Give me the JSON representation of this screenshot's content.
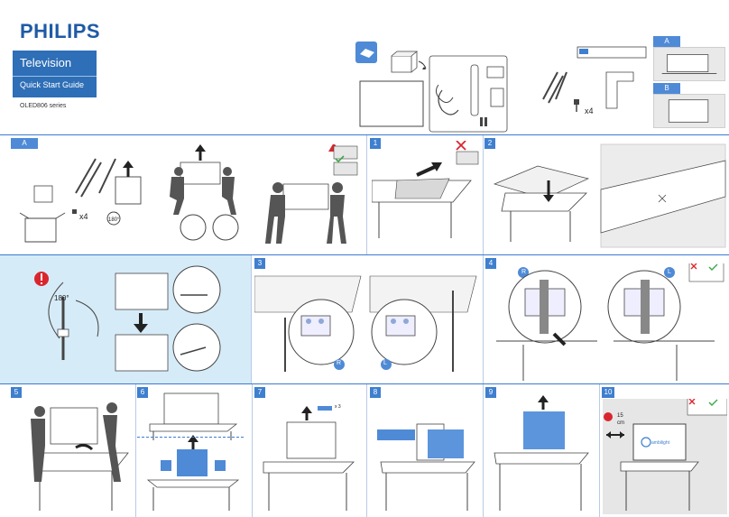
{
  "header": {
    "brand": "PHILIPS",
    "product": "Television",
    "guide": "Quick Start Guide",
    "series": "OLED806 series"
  },
  "contents": {
    "screw_count": "x4"
  },
  "options": {
    "a": "A",
    "b": "B"
  },
  "section_a": {
    "label": "A",
    "screw_count": "x4",
    "rotate_label": "180°"
  },
  "rotate_panel": {
    "angle": "180°"
  },
  "steps": [
    "1",
    "2",
    "3",
    "4",
    "5",
    "6",
    "7",
    "8",
    "9",
    "10"
  ],
  "side_markers": {
    "right": "R",
    "left": "L"
  },
  "step7": {
    "count": "x 3"
  },
  "step10": {
    "distance": "15",
    "unit": "cm",
    "screen_text": "ambilight"
  },
  "colors": {
    "brand_blue": "#1f5aa6",
    "accent_blue": "#3f7fcf",
    "light_blue_panel": "#d6ebf8",
    "warning_red": "#d9262e",
    "ok_green": "#3aa845"
  }
}
